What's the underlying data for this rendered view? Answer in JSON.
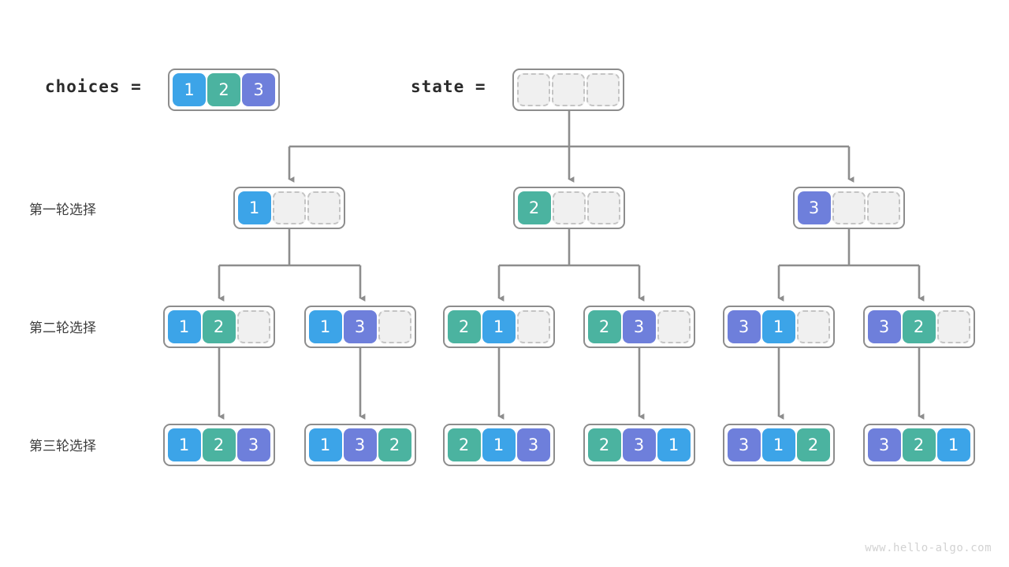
{
  "header": {
    "choices_label": "choices  =",
    "choices_values": [
      "1",
      "2",
      "3"
    ],
    "state_label": "state  =",
    "state_values": [
      "",
      "",
      ""
    ]
  },
  "row_labels": {
    "round1": "第一轮选择",
    "round2": "第二轮选择",
    "round3": "第三轮选择"
  },
  "colors": {
    "value_1": "#3ca4e8",
    "value_2": "#4bb3a0",
    "value_3": "#6e7fdb",
    "empty_fill": "#f0f0f0",
    "empty_border": "#c4c4c4",
    "box_border": "#8d8d8d",
    "connector": "#8d8d8d",
    "text": "#2b2b2b",
    "watermark": "#d2d2d2",
    "background": "#ffffff"
  },
  "tree": {
    "round1": [
      {
        "cells": [
          "1",
          "",
          ""
        ]
      },
      {
        "cells": [
          "2",
          "",
          ""
        ]
      },
      {
        "cells": [
          "3",
          "",
          ""
        ]
      }
    ],
    "round2": [
      {
        "cells": [
          "1",
          "2",
          ""
        ]
      },
      {
        "cells": [
          "1",
          "3",
          ""
        ]
      },
      {
        "cells": [
          "2",
          "1",
          ""
        ]
      },
      {
        "cells": [
          "2",
          "3",
          ""
        ]
      },
      {
        "cells": [
          "3",
          "1",
          ""
        ]
      },
      {
        "cells": [
          "3",
          "2",
          ""
        ]
      }
    ],
    "round3": [
      {
        "cells": [
          "1",
          "2",
          "3"
        ]
      },
      {
        "cells": [
          "1",
          "3",
          "2"
        ]
      },
      {
        "cells": [
          "2",
          "1",
          "3"
        ]
      },
      {
        "cells": [
          "2",
          "3",
          "1"
        ]
      },
      {
        "cells": [
          "3",
          "1",
          "2"
        ]
      },
      {
        "cells": [
          "3",
          "2",
          "1"
        ]
      }
    ]
  },
  "watermark": "www.hello-algo.com"
}
